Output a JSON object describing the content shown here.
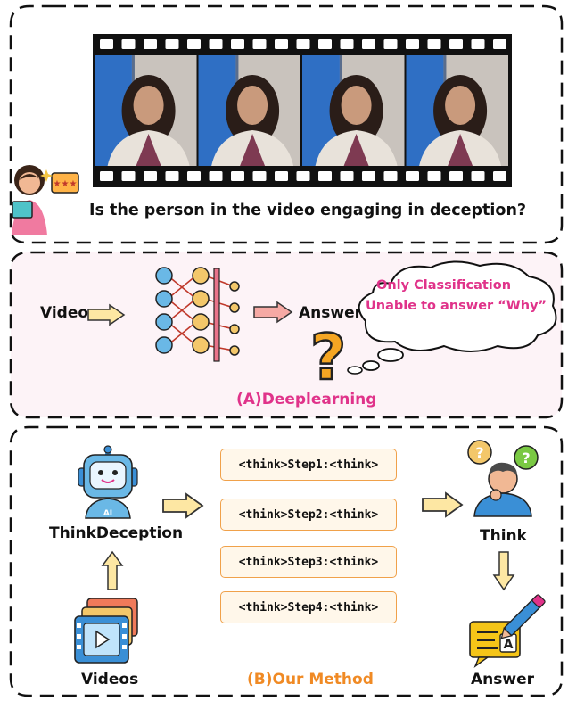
{
  "top_panel": {
    "question": "Is the person in the video engaging in deception?",
    "frame_count": 4
  },
  "panel_a": {
    "input_label": "Videos",
    "output_label": "Answer",
    "cloud_line1": "Only Classification",
    "cloud_line2": "Unable to answer “Why”",
    "caption": "(A)Deeplearning"
  },
  "panel_b": {
    "model_label": "ThinkDeception",
    "steps": [
      "<think>Step1:<think>",
      "<think>Step2:<think>",
      "<think>Step3:<think>",
      "<think>Step4:<think>"
    ],
    "think_label": "Think",
    "videos_label": "Videos",
    "answer_label": "Answer",
    "caption": "(B)Our Method",
    "ai_badge": "AI",
    "answer_letter": "A"
  },
  "colors": {
    "caption_a": "#e0338a",
    "caption_b": "#f08a24",
    "arrow_fill": "#fde7a3",
    "arrow_stroke": "#333333",
    "step_border": "#f0a14a"
  }
}
